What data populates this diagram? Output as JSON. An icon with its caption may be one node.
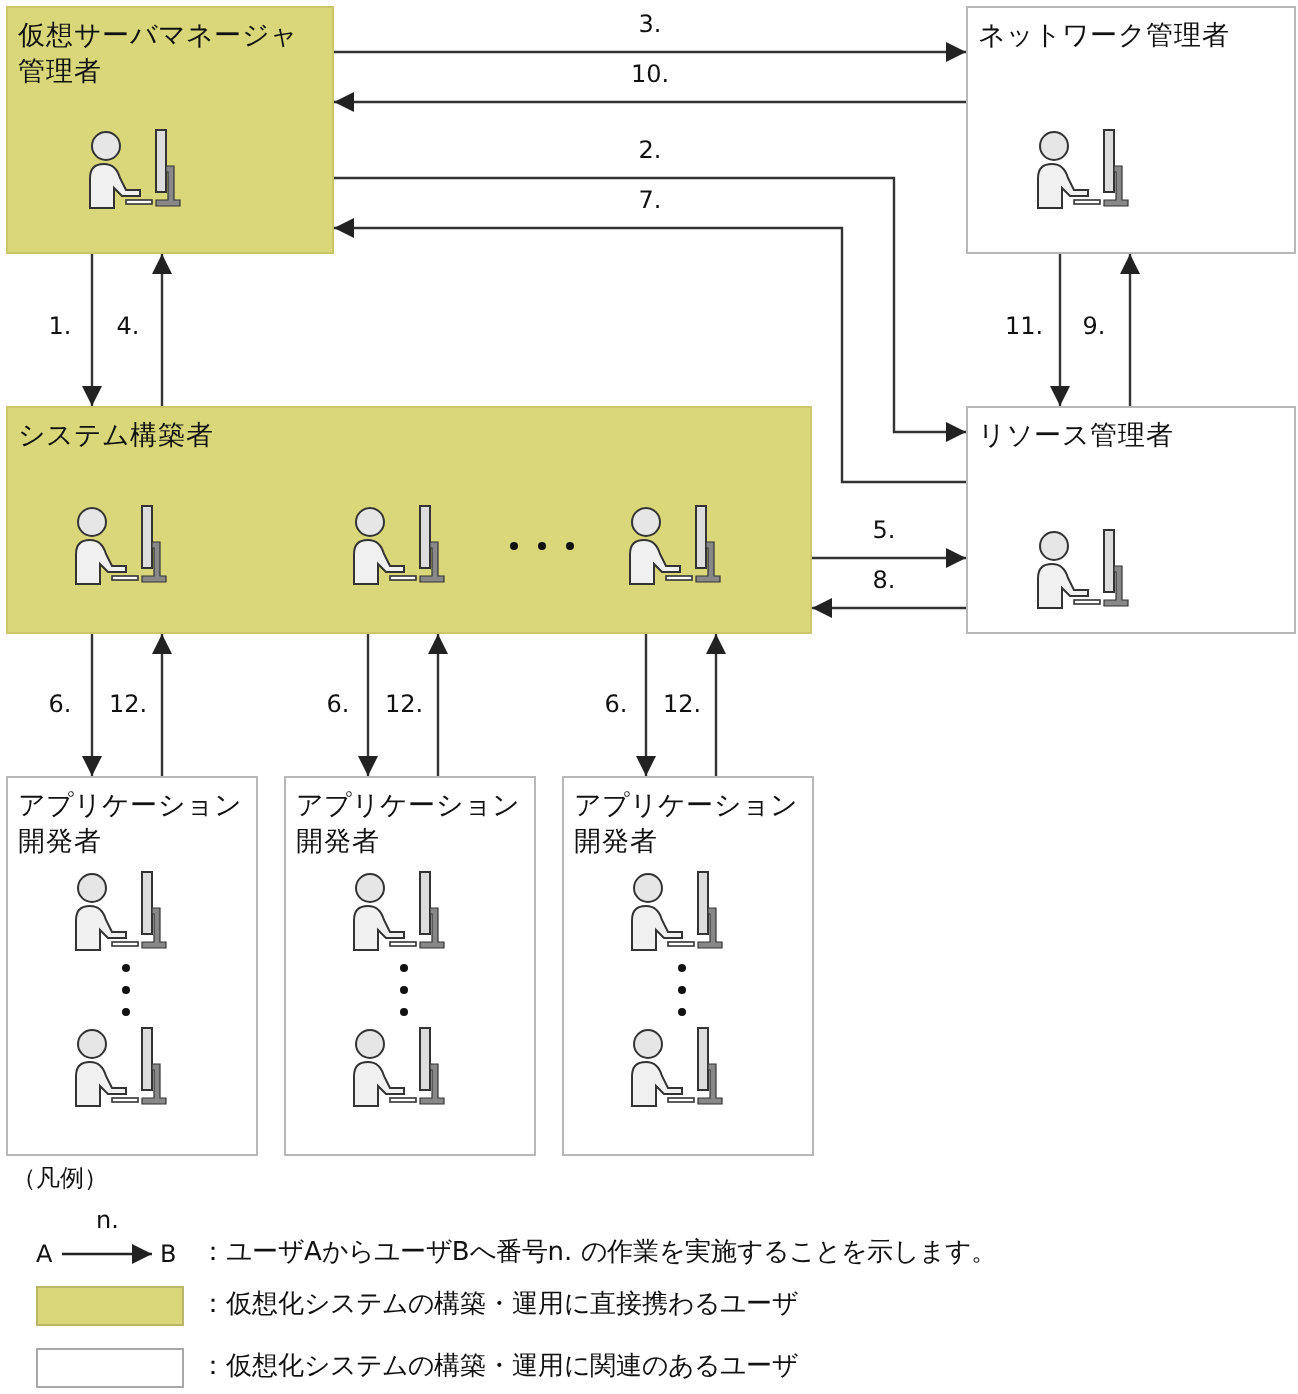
{
  "diagram": {
    "nodes": [
      {
        "text": [
          "仮想サーバマネージャ管理者"
        ]
      },
      {
        "text": [
          "ネットワーク管理者"
        ]
      },
      {
        "text": [
          "システム構築者"
        ]
      },
      {
        "text": [
          "リソース管理者"
        ]
      },
      {
        "text": [
          "アプリケーション開発者"
        ]
      },
      {
        "text": [
          "アプリケーション開発者"
        ]
      },
      {
        "text": [
          "アプリケーション開発者"
        ]
      }
    ],
    "edges": [
      {
        "from": 0,
        "to": 2,
        "arrow": "to",
        "label": "1."
      },
      {
        "from": 2,
        "to": 0,
        "arrow": "to",
        "label": "4."
      },
      {
        "from": 0,
        "to": 1,
        "arrow": "to",
        "label": "3."
      },
      {
        "from": 1,
        "to": 0,
        "arrow": "to",
        "label": "10."
      },
      {
        "from": 0,
        "to": 3,
        "arrow": "to",
        "label": "2."
      },
      {
        "from": 3,
        "to": 0,
        "arrow": "to",
        "label": "7."
      },
      {
        "from": 1,
        "to": 3,
        "arrow": "to",
        "label": "11."
      },
      {
        "from": 3,
        "to": 1,
        "arrow": "to",
        "label": "9."
      },
      {
        "from": 2,
        "to": 3,
        "arrow": "to",
        "label": "5."
      },
      {
        "from": 3,
        "to": 2,
        "arrow": "to",
        "label": "8."
      },
      {
        "from": 2,
        "to": 4,
        "arrow": "to",
        "label": "6."
      },
      {
        "from": 4,
        "to": 2,
        "arrow": "to",
        "label": "12."
      },
      {
        "from": 2,
        "to": 5,
        "arrow": "to",
        "label": "6."
      },
      {
        "from": 5,
        "to": 2,
        "arrow": "to",
        "label": "12."
      },
      {
        "from": 2,
        "to": 6,
        "arrow": "to",
        "label": "6."
      },
      {
        "from": 6,
        "to": 2,
        "arrow": "to",
        "label": "12."
      }
    ],
    "labels": [
      "（凡例）",
      "A",
      "n.",
      "B"
    ],
    "legend": [
      {
        "text": "：ユーザAからユーザBへ番号n. の作業を実施することを示します。"
      },
      {
        "text": "：仮想化システムの構築・運用に直接携わるユーザ",
        "color": "#d9d77a"
      },
      {
        "text": "：仮想化システムの構築・運用に関連のあるユーザ",
        "color": "#ffffff"
      }
    ]
  }
}
